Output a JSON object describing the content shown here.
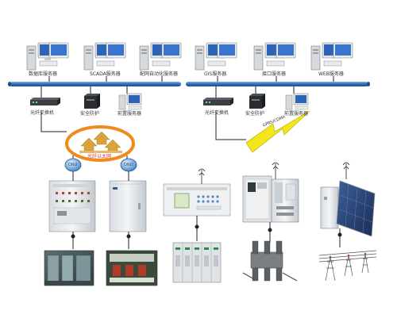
{
  "servers": [
    {
      "label": "数据库服务器"
    },
    {
      "label": "SCADA服务器"
    },
    {
      "label": "配网自动化服务器"
    },
    {
      "label": "GIS服务器"
    },
    {
      "label": "接口服务器"
    },
    {
      "label": "WEB服务器"
    }
  ],
  "network_left": {
    "switch_label": "光纤交换机",
    "guard_label": "安全防护",
    "front_label": "前置服务器"
  },
  "network_right": {
    "switch_label": "光纤交换机",
    "guard_label": "安全防护",
    "front_label": "前置服务器"
  },
  "ring_label": "光纤以太网",
  "wireless_label": "GPRS/CDMA",
  "onu_label": "ONU",
  "colors": {
    "bus": "#2f6fb5",
    "ring": "#f08a1c",
    "ring_arrows": "#d9a23a",
    "bolt": "#f3e61a",
    "onu": "#3b7fc4",
    "line": "#222222"
  }
}
